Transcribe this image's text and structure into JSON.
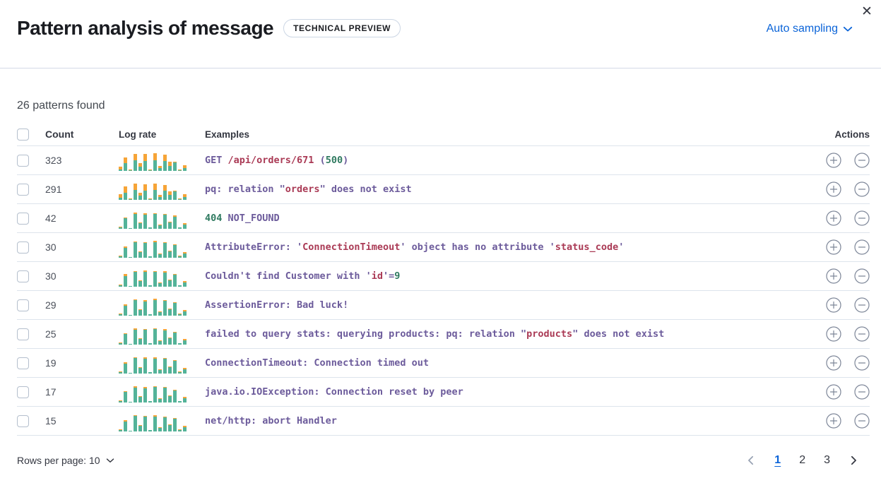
{
  "header": {
    "title": "Pattern analysis of message",
    "badge": "TECHNICAL PREVIEW",
    "sampling_label": "Auto sampling",
    "close_icon": "close-x"
  },
  "summary": "26 patterns found",
  "colors": {
    "link_blue": "#0b64d8",
    "spark_teal": "#54b399",
    "spark_orange": "#f6a437",
    "token_purple": "#6c5b9b",
    "token_red": "#aa3a55",
    "token_green": "#2f7a60",
    "row_border": "#dde4ec"
  },
  "table": {
    "columns": {
      "count": "Count",
      "log_rate": "Log rate",
      "examples": "Examples",
      "actions": "Actions"
    },
    "rows": [
      {
        "count": "323",
        "chart": {
          "teal": [
            2,
            11,
            1,
            15,
            6,
            14,
            1,
            15,
            4,
            14,
            7,
            12,
            1,
            4
          ],
          "orange": [
            4,
            8,
            1,
            9,
            5,
            10,
            1,
            10,
            3,
            9,
            6,
            1,
            1,
            4
          ]
        },
        "example": [
          {
            "t": "GET ",
            "c": "purple"
          },
          {
            "t": "/api/orders/671",
            "c": "red"
          },
          {
            "t": " (",
            "c": "purple"
          },
          {
            "t": "500",
            "c": "green"
          },
          {
            "t": ")",
            "c": "purple"
          }
        ]
      },
      {
        "count": "291",
        "chart": {
          "teal": [
            3,
            10,
            1,
            14,
            6,
            13,
            1,
            14,
            4,
            13,
            7,
            12,
            1,
            4
          ],
          "orange": [
            5,
            9,
            1,
            9,
            4,
            9,
            1,
            9,
            3,
            8,
            5,
            1,
            1,
            4
          ]
        },
        "example": [
          {
            "t": "pq: relation \"",
            "c": "purple"
          },
          {
            "t": "orders",
            "c": "red"
          },
          {
            "t": "\" does not exist",
            "c": "purple"
          }
        ]
      },
      {
        "count": "42",
        "chart": {
          "teal": [
            2,
            15,
            1,
            21,
            8,
            20,
            2,
            21,
            5,
            20,
            9,
            17,
            2,
            6
          ],
          "orange": [
            1,
            1,
            0,
            2,
            1,
            2,
            0,
            1,
            1,
            1,
            1,
            2,
            0,
            2
          ]
        },
        "example": [
          {
            "t": "404",
            "c": "green"
          },
          {
            "t": " NOT_FOUND",
            "c": "purple"
          }
        ]
      },
      {
        "count": "30",
        "chart": {
          "teal": [
            2,
            14,
            1,
            22,
            8,
            21,
            2,
            22,
            5,
            21,
            9,
            18,
            2,
            6
          ],
          "orange": [
            1,
            2,
            0,
            1,
            1,
            1,
            0,
            2,
            1,
            1,
            1,
            1,
            1,
            2
          ]
        },
        "example": [
          {
            "t": "AttributeError: '",
            "c": "purple"
          },
          {
            "t": "ConnectionTimeout",
            "c": "red"
          },
          {
            "t": "' object has no attribute '",
            "c": "purple"
          },
          {
            "t": "status_code",
            "c": "red"
          },
          {
            "t": "'",
            "c": "purple"
          }
        ]
      },
      {
        "count": "30",
        "chart": {
          "teal": [
            2,
            15,
            1,
            21,
            8,
            21,
            2,
            21,
            5,
            20,
            9,
            17,
            2,
            6
          ],
          "orange": [
            1,
            3,
            0,
            1,
            1,
            2,
            0,
            1,
            1,
            2,
            1,
            1,
            0,
            2
          ]
        },
        "example": [
          {
            "t": "Couldn't find Customer with '",
            "c": "purple"
          },
          {
            "t": "id",
            "c": "red"
          },
          {
            "t": "'=",
            "c": "purple"
          },
          {
            "t": "9",
            "c": "green"
          }
        ]
      },
      {
        "count": "29",
        "chart": {
          "teal": [
            2,
            14,
            1,
            22,
            8,
            20,
            2,
            22,
            5,
            21,
            9,
            18,
            2,
            6
          ],
          "orange": [
            1,
            2,
            0,
            1,
            1,
            2,
            0,
            2,
            1,
            1,
            1,
            1,
            1,
            2
          ]
        },
        "example": [
          {
            "t": "AssertionError: Bad luck!",
            "c": "purple"
          }
        ]
      },
      {
        "count": "25",
        "chart": {
          "teal": [
            2,
            15,
            1,
            21,
            8,
            21,
            2,
            22,
            5,
            20,
            9,
            17,
            2,
            6
          ],
          "orange": [
            1,
            1,
            0,
            2,
            1,
            1,
            0,
            1,
            1,
            2,
            1,
            1,
            0,
            2
          ]
        },
        "example": [
          {
            "t": "failed to query stats: querying products: pq: relation \"",
            "c": "purple"
          },
          {
            "t": "products",
            "c": "red"
          },
          {
            "t": "\" does not exist",
            "c": "purple"
          }
        ]
      },
      {
        "count": "19",
        "chart": {
          "teal": [
            2,
            14,
            1,
            22,
            8,
            21,
            2,
            21,
            5,
            21,
            9,
            18,
            2,
            6
          ],
          "orange": [
            1,
            2,
            0,
            1,
            1,
            2,
            0,
            2,
            1,
            1,
            1,
            1,
            1,
            2
          ]
        },
        "example": [
          {
            "t": "ConnectionTimeout: Connection timed out",
            "c": "purple"
          }
        ]
      },
      {
        "count": "17",
        "chart": {
          "teal": [
            2,
            15,
            1,
            21,
            8,
            20,
            2,
            22,
            5,
            21,
            9,
            17,
            2,
            6
          ],
          "orange": [
            1,
            1,
            0,
            2,
            1,
            2,
            0,
            1,
            1,
            1,
            1,
            1,
            0,
            2
          ]
        },
        "example": [
          {
            "t": "java.io.IOException: Connection reset by peer",
            "c": "purple"
          }
        ]
      },
      {
        "count": "15",
        "chart": {
          "teal": [
            2,
            14,
            1,
            22,
            8,
            21,
            2,
            21,
            5,
            20,
            9,
            18,
            2,
            6
          ],
          "orange": [
            1,
            2,
            0,
            1,
            1,
            1,
            0,
            2,
            1,
            1,
            1,
            1,
            1,
            2
          ]
        },
        "example": [
          {
            "t": "net/http: abort Handler",
            "c": "purple"
          }
        ]
      }
    ]
  },
  "footer": {
    "rows_per_page": "Rows per page: 10",
    "pages": [
      "1",
      "2",
      "3"
    ],
    "active_page": "1"
  }
}
